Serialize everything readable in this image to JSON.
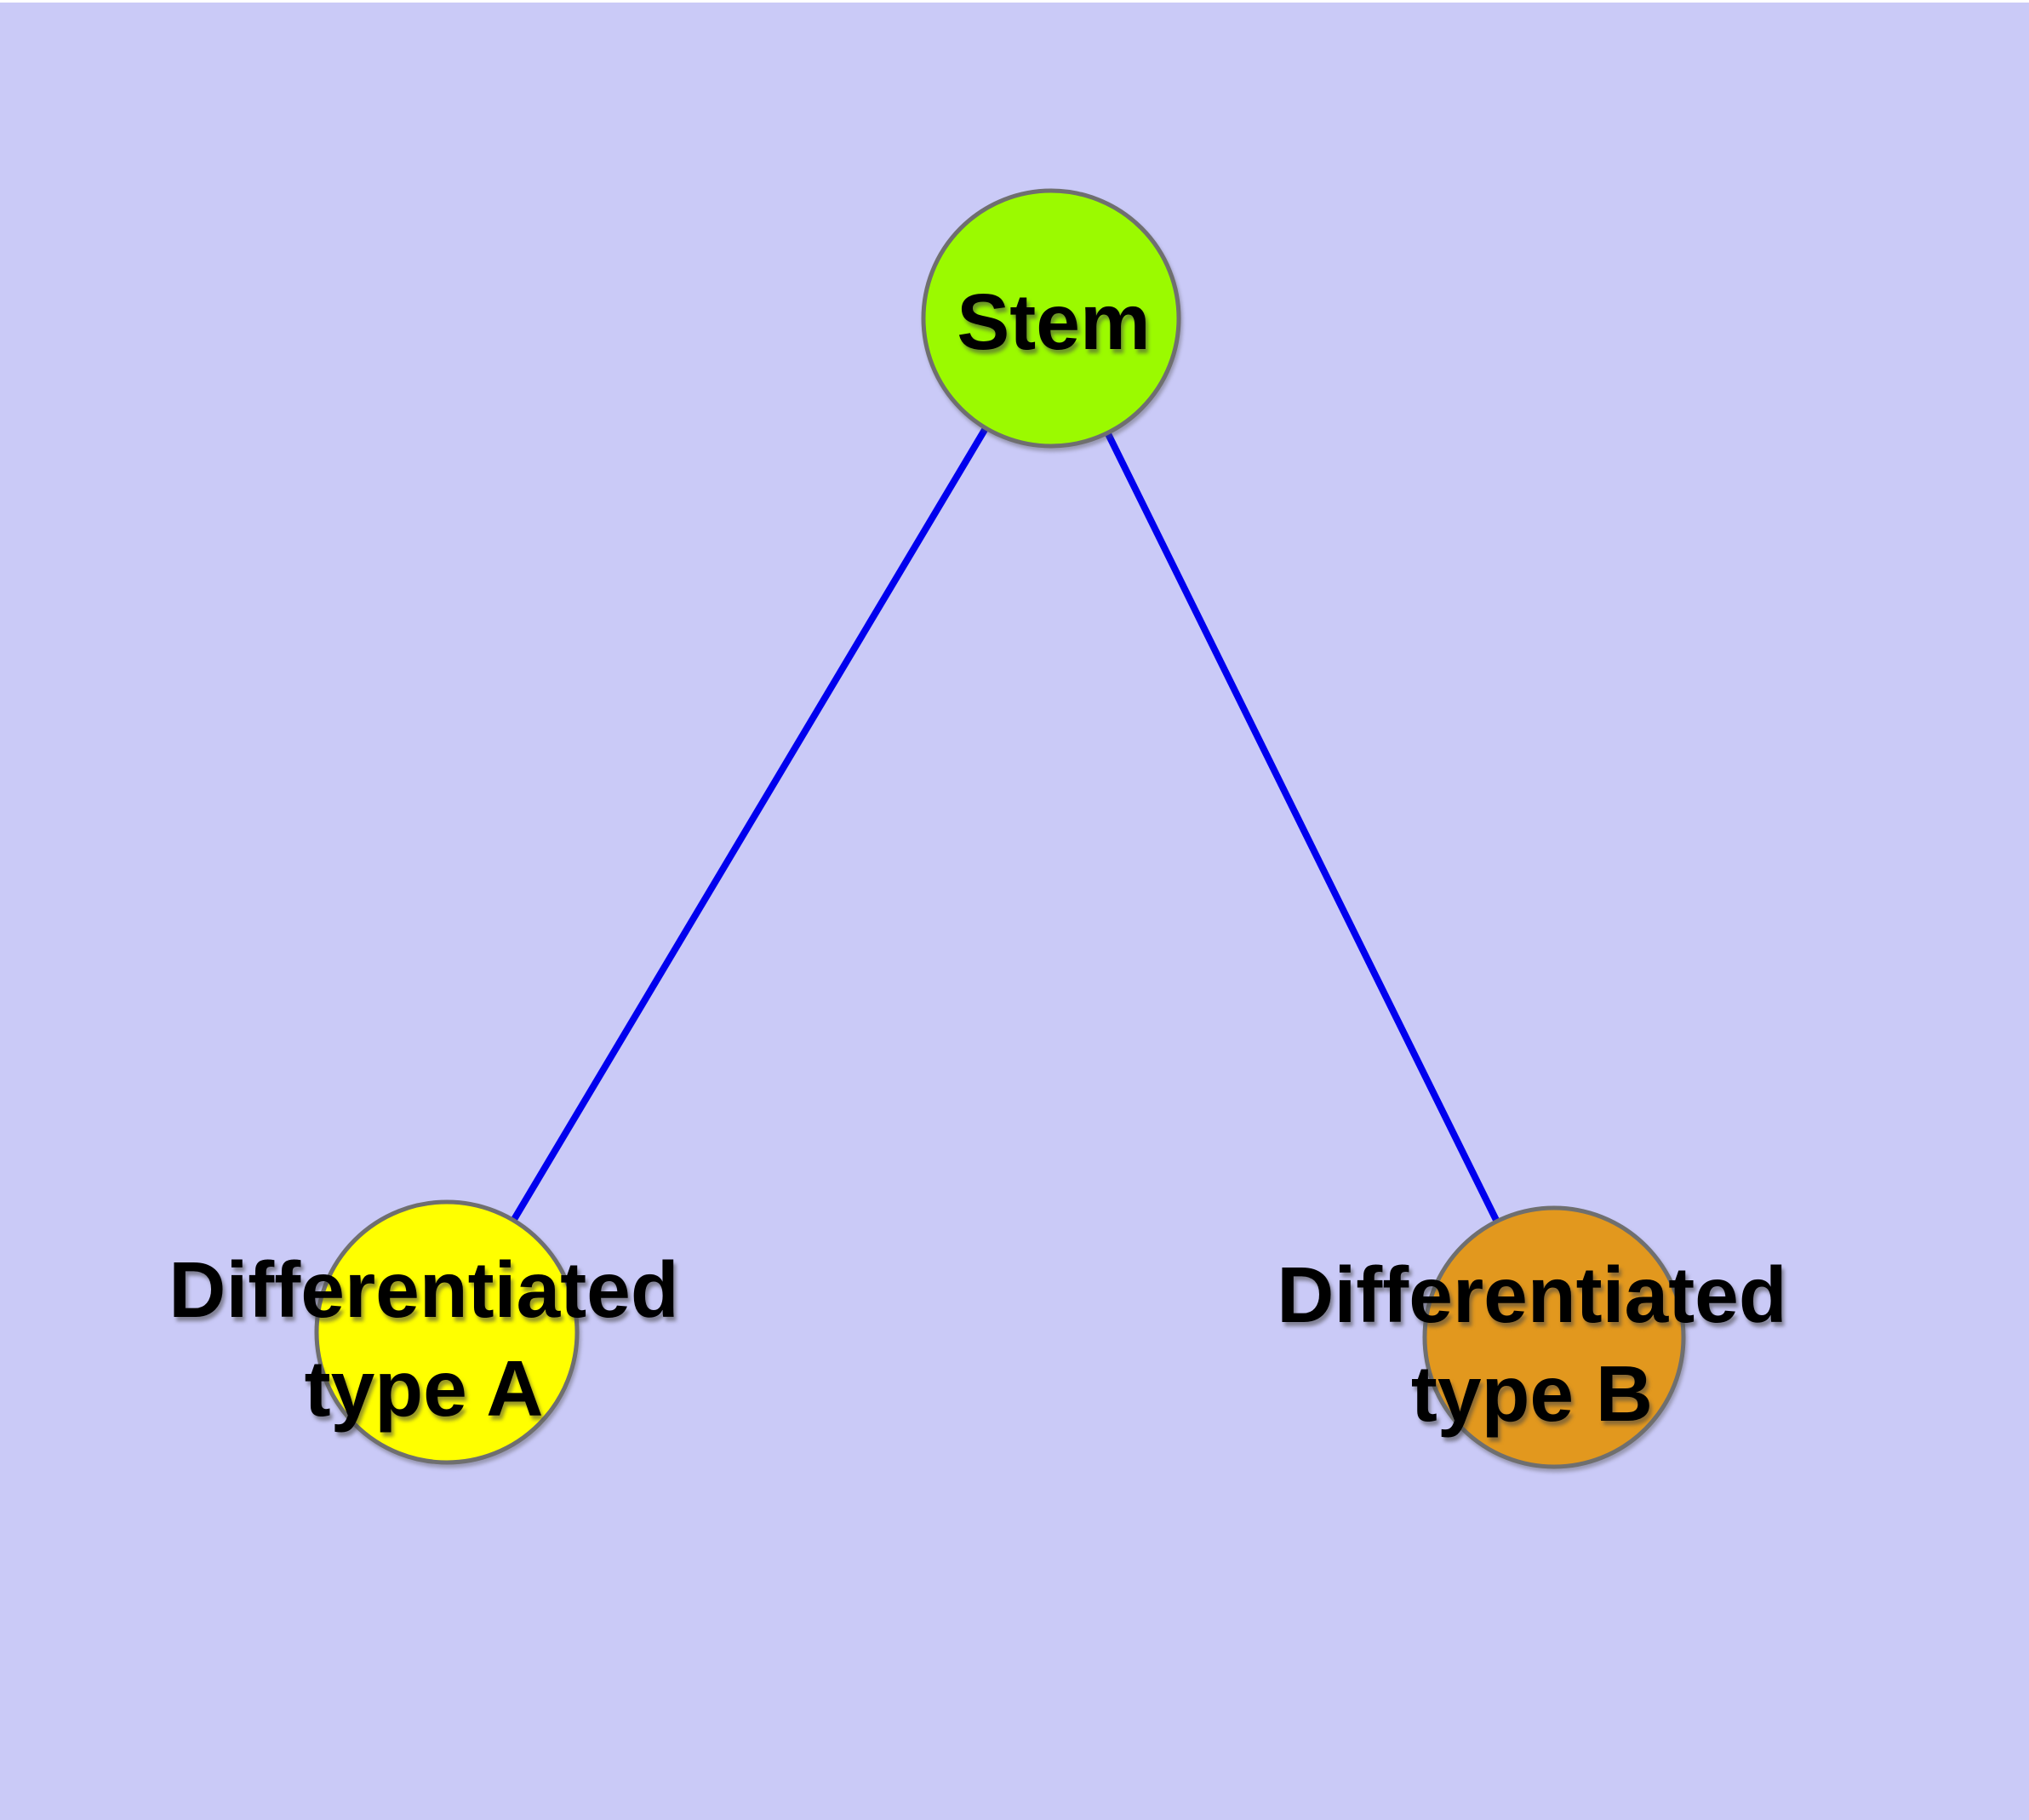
{
  "canvas": {
    "background_color": "#CACAF7",
    "top_margin_color": "#FFFFFF"
  },
  "graph": {
    "type": "node-link-diagram",
    "edge_color": "#0000EE",
    "node_border_color": "#6F6F6F",
    "label_color": "#000000",
    "nodes": [
      {
        "id": "stem",
        "label_lines": [
          "Stem"
        ],
        "color": "#9BFA00"
      },
      {
        "id": "diff-a",
        "label_lines": [
          "Differentiated",
          "type A"
        ],
        "color": "#FFFF00"
      },
      {
        "id": "diff-b",
        "label_lines": [
          "Differentiated",
          "type B"
        ],
        "color": "#E2981E"
      }
    ],
    "edges": [
      {
        "from": "stem",
        "to": "diff-a"
      },
      {
        "from": "stem",
        "to": "diff-b"
      }
    ]
  }
}
